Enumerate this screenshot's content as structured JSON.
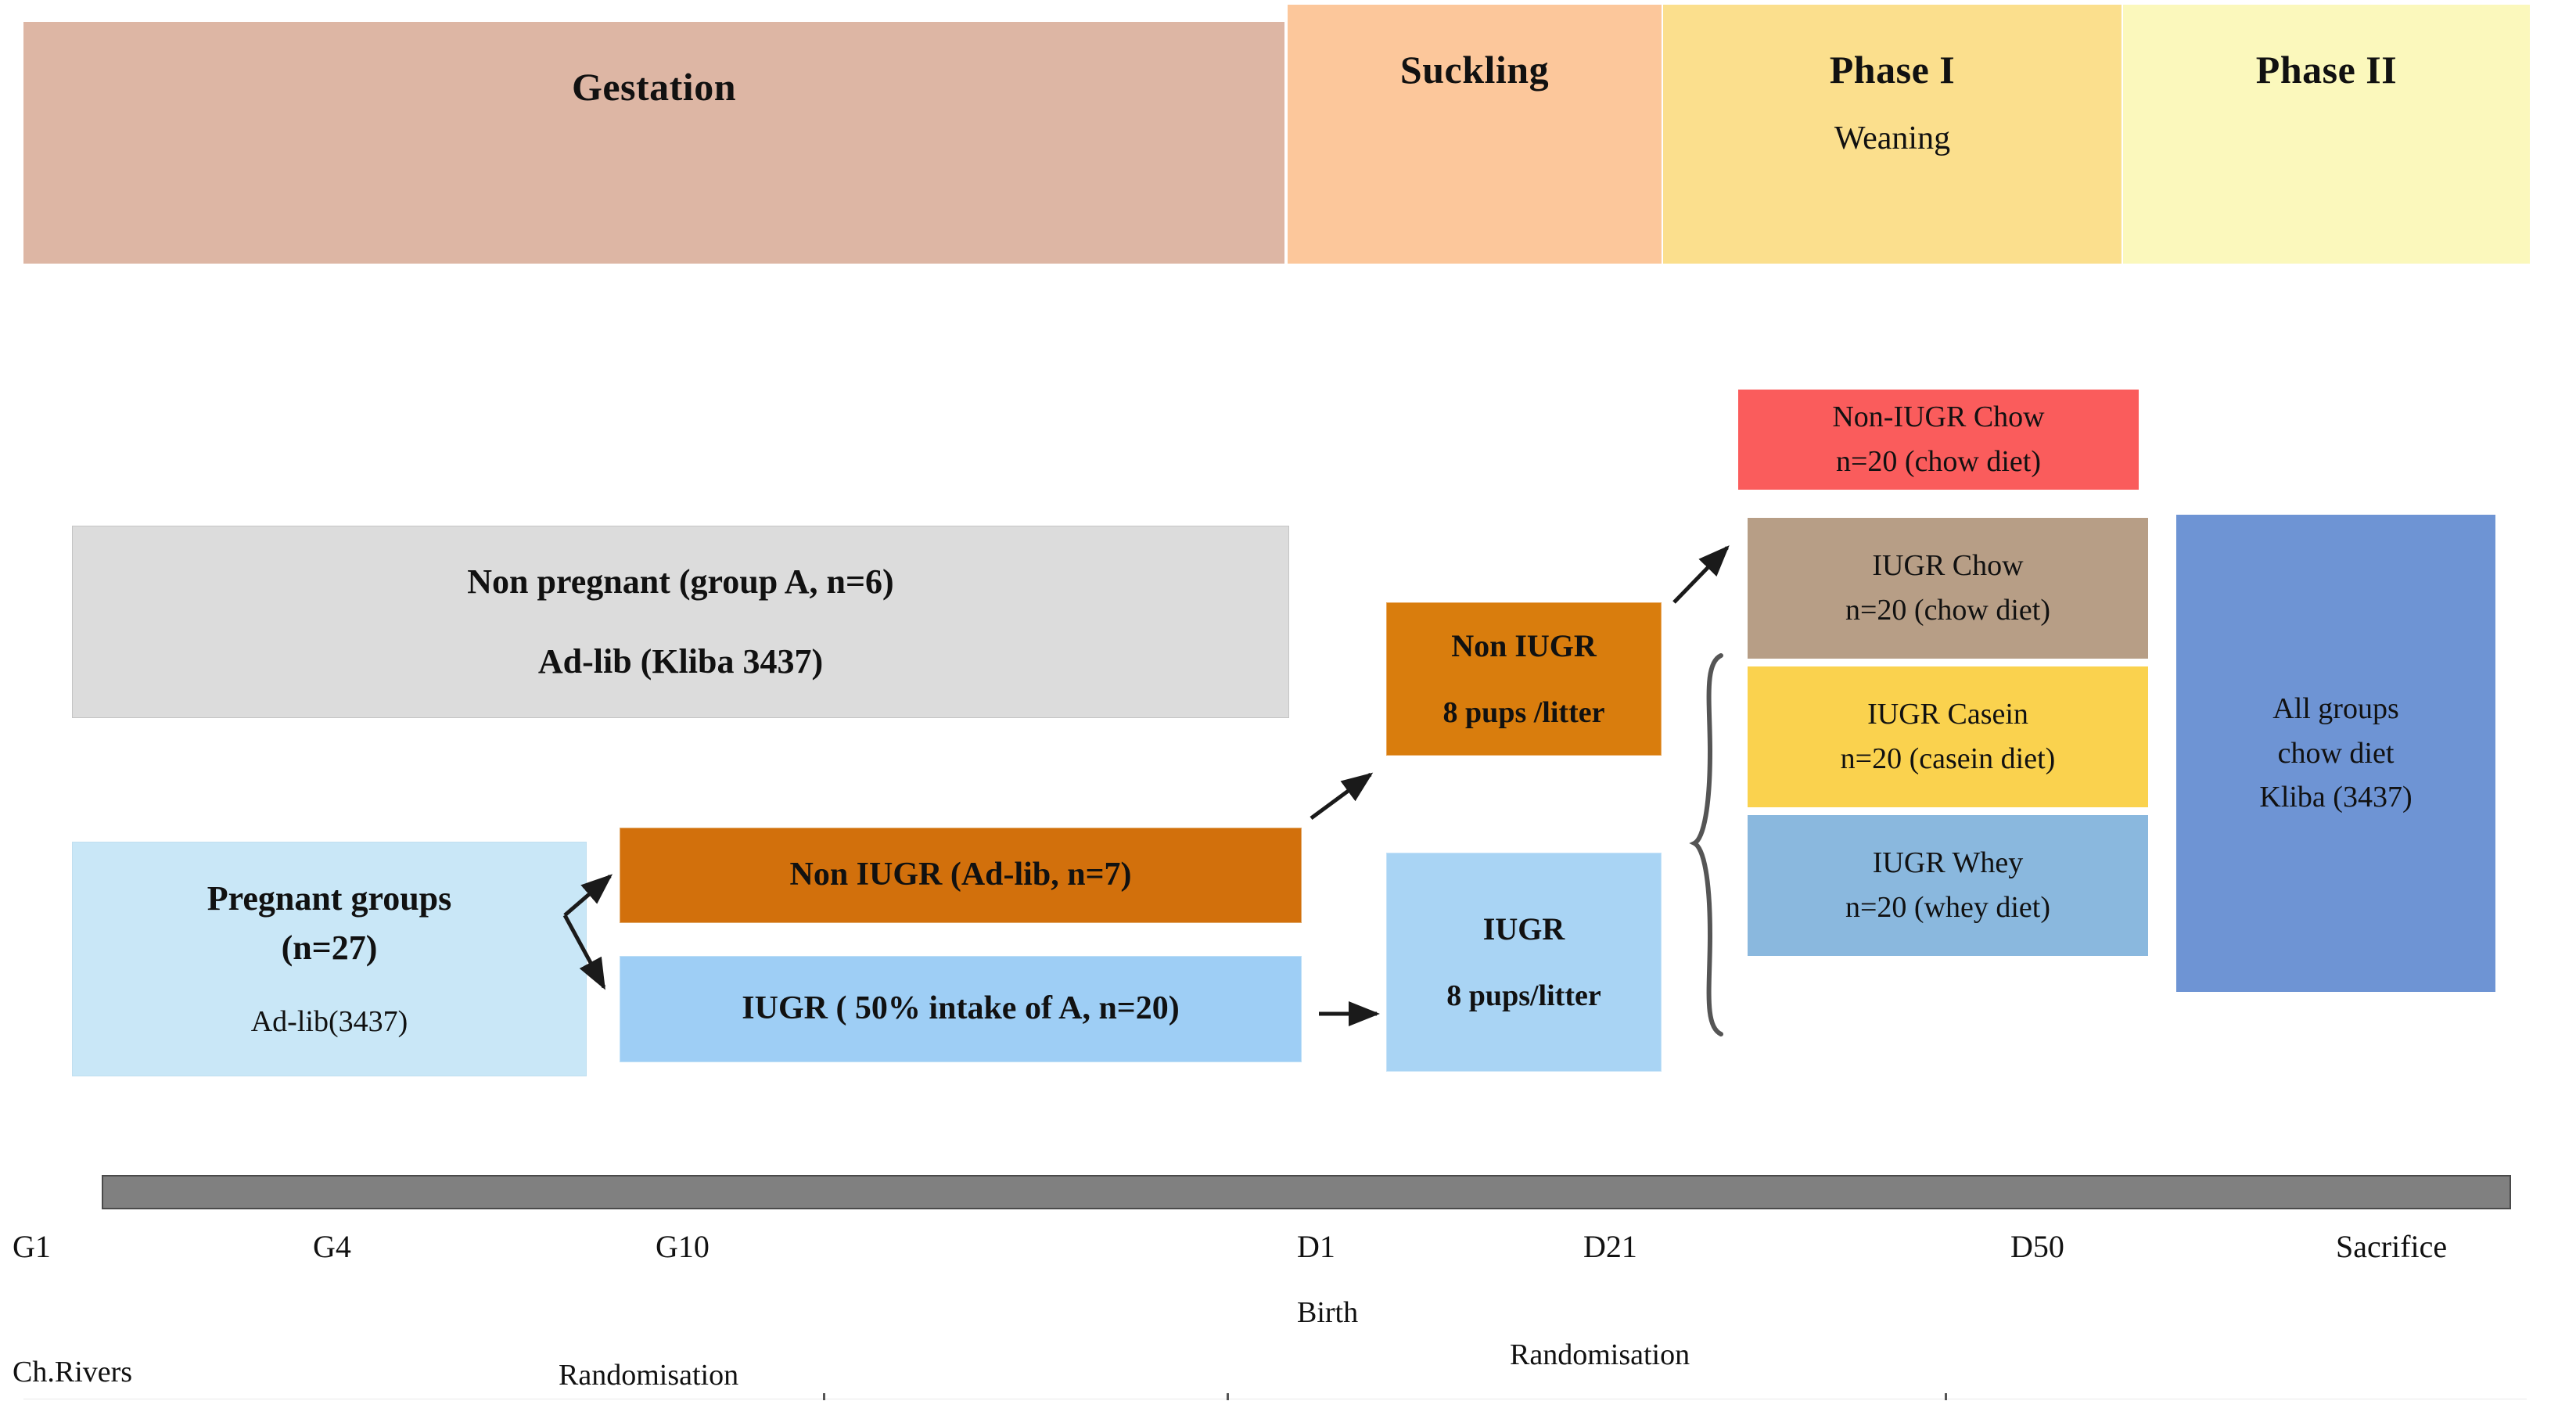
{
  "banner": {
    "segments": [
      {
        "title": "Gestation",
        "sub": "",
        "color": "#ddb6a4"
      },
      {
        "title": "Suckling",
        "sub": "",
        "color": "#fcc79b"
      },
      {
        "title": "Phase I",
        "sub": "Weaning",
        "color": "#fbdf8d"
      },
      {
        "title": "Phase II",
        "sub": "",
        "color": "#fbf8bc"
      }
    ]
  },
  "boxes": {
    "non_pregnant": {
      "line1": "Non pregnant (group A, n=6)",
      "line2": "Ad-lib (Kliba 3437)",
      "color": "#dcdcdc"
    },
    "pregnant_groups": {
      "line1": "Pregnant groups",
      "line2": "(n=27)",
      "line3": "Ad-lib(3437)",
      "color": "#c9e7f7"
    },
    "non_iugr_adlib": {
      "label": "Non  IUGR (Ad-lib, n=7)",
      "color": "#d2700c"
    },
    "iugr_intake": {
      "label": "IUGR ( 50% intake of A, n=20)",
      "color": "#9ecef5"
    },
    "non_iugr_pups": {
      "line1": "Non IUGR",
      "line2": "8 pups /litter",
      "color": "#d97d0d"
    },
    "iugr_pups": {
      "line1": "IUGR",
      "line2": "8 pups/litter",
      "color": "#a9d4f4"
    },
    "diet_groups": [
      {
        "line1": "Non-IUGR Chow",
        "line2": "n=20 (chow diet)",
        "color": "#fa5c5c"
      },
      {
        "line1": "IUGR Chow",
        "line2": "n=20 (chow diet)",
        "color": "#b79e86"
      },
      {
        "line1": "IUGR Casein",
        "line2": "n=20 (casein diet)",
        "color": "#fad24e"
      },
      {
        "line1": "IUGR Whey",
        "line2": "n=20 (whey diet)",
        "color": "#8ab8de"
      }
    ],
    "all_groups": {
      "line1": "All groups",
      "line2": "chow diet",
      "line3": "Kliba (3437)",
      "color": "#6e94d4"
    }
  },
  "timeline": {
    "bar_color": "#808080",
    "points": [
      {
        "label": "G1",
        "sub": "Ch.Rivers",
        "annotation": ""
      },
      {
        "label": "G4",
        "sub": "",
        "annotation": ""
      },
      {
        "label": "G10",
        "sub": "",
        "annotation": "Randomisation"
      },
      {
        "label": "D1",
        "sub": "Birth",
        "annotation": ""
      },
      {
        "label": "D21",
        "sub": "",
        "annotation": "Randomisation"
      },
      {
        "label": "D50",
        "sub": "",
        "annotation": ""
      },
      {
        "label": "Sacrifice",
        "sub": "",
        "annotation": ""
      }
    ]
  }
}
